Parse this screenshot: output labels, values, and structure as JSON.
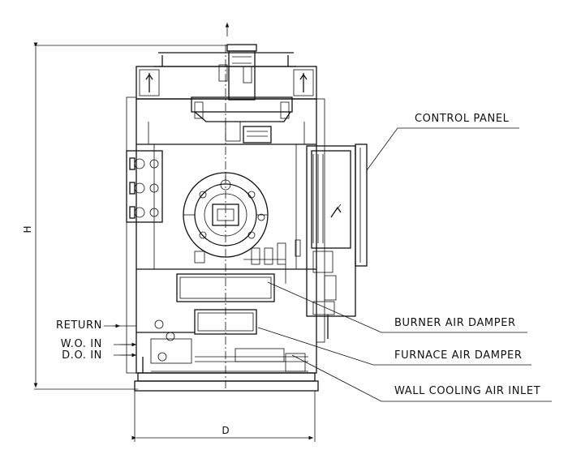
{
  "labels": {
    "control_panel": "CONTROL PANEL",
    "burner_air_damper": "BURNER AIR DAMPER",
    "furnace_air_damper": "FURNACE AIR DAMPER",
    "wall_cooling_air_inlet": "WALL COOLING AIR INLET",
    "return": "RETURN",
    "wo_in": "W.O. IN",
    "do_in": "D.O. IN"
  },
  "dimensions": {
    "height": "H",
    "depth": "D"
  }
}
